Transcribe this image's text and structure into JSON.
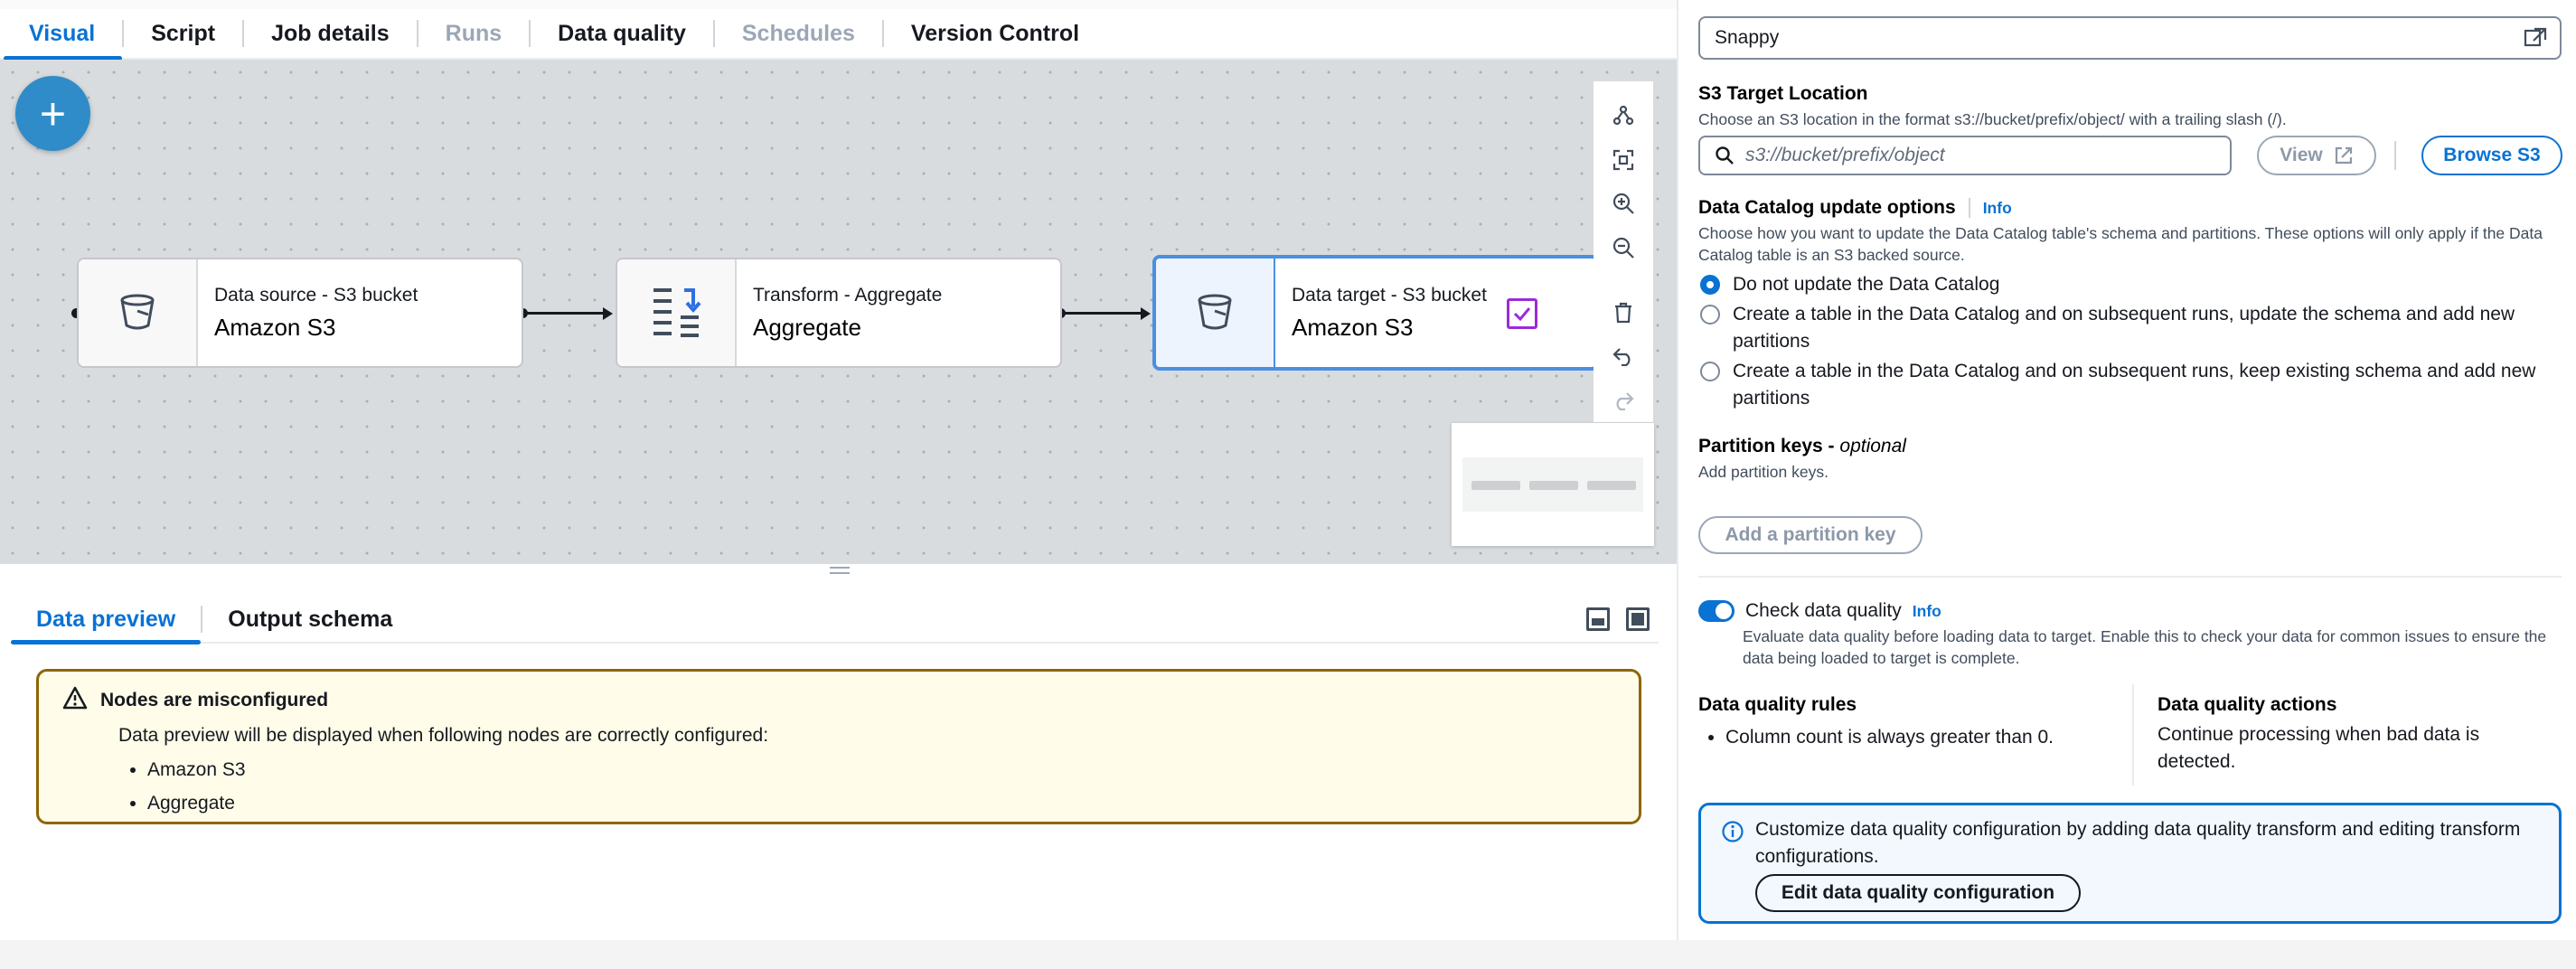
{
  "tabs": [
    {
      "label": "Visual",
      "state": "active"
    },
    {
      "label": "Script",
      "state": "normal"
    },
    {
      "label": "Job details",
      "state": "normal"
    },
    {
      "label": "Runs",
      "state": "disabled"
    },
    {
      "label": "Data quality",
      "state": "normal"
    },
    {
      "label": "Schedules",
      "state": "disabled"
    },
    {
      "label": "Version Control",
      "state": "normal"
    }
  ],
  "canvas": {
    "add_node_label": "+",
    "nodes": [
      {
        "kind": "Data source - S3 bucket",
        "name": "Amazon S3",
        "icon": "s3-bucket-icon"
      },
      {
        "kind": "Transform - Aggregate",
        "name": "Aggregate",
        "icon": "aggregate-icon"
      },
      {
        "kind": "Data target - S3 bucket",
        "name": "Amazon S3",
        "icon": "s3-bucket-icon"
      }
    ],
    "toolbar_icons": [
      "layout-icon",
      "fit-view-icon",
      "zoom-in-icon",
      "zoom-out-icon",
      "delete-icon",
      "undo-icon",
      "redo-icon"
    ]
  },
  "bottom": {
    "tabs": [
      {
        "label": "Data preview",
        "state": "active"
      },
      {
        "label": "Output schema",
        "state": "normal"
      }
    ],
    "alert": {
      "title": "Nodes are misconfigured",
      "body": "Data preview will be displayed when following nodes are correctly configured:",
      "items": [
        "Amazon S3",
        "Aggregate"
      ]
    }
  },
  "panel": {
    "compression_value": "Snappy",
    "s3_target": {
      "label": "S3 Target Location",
      "description": "Choose an S3 location in the format s3://bucket/prefix/object/ with a trailing slash (/).",
      "placeholder": "s3://bucket/prefix/object",
      "view_label": "View",
      "browse_label": "Browse S3"
    },
    "catalog": {
      "label": "Data Catalog update options",
      "info": "Info",
      "description": "Choose how you want to update the Data Catalog table's schema and partitions. These options will only apply if the Data Catalog table is an S3 backed source.",
      "options": [
        {
          "label": "Do not update the Data Catalog",
          "selected": true
        },
        {
          "label": "Create a table in the Data Catalog and on subsequent runs, update the schema and add new partitions",
          "selected": false
        },
        {
          "label": "Create a table in the Data Catalog and on subsequent runs, keep existing schema and add new partitions",
          "selected": false
        }
      ]
    },
    "partition": {
      "label": "Partition keys - ",
      "optional": "optional",
      "description": "Add partition keys.",
      "button": "Add a partition key"
    },
    "dq": {
      "toggle_on": true,
      "label": "Check data quality",
      "info": "Info",
      "description": "Evaluate data quality before loading data to target. Enable this to check your data for common issues to ensure the data being loaded to target is complete.",
      "rules_label": "Data quality rules",
      "rules": [
        "Column count is always greater than 0."
      ],
      "actions_label": "Data quality actions",
      "actions_text": "Continue processing when bad data is detected.",
      "callout": "Customize data quality configuration by adding data quality transform and editing transform configurations.",
      "edit_button": "Edit data quality configuration"
    }
  },
  "colors": {
    "accent": "#0972d3",
    "warning_border": "#8d6605",
    "warning_bg": "#fffce9",
    "selected_node": "#4a90e2",
    "check_purple": "#9b2bd9"
  }
}
